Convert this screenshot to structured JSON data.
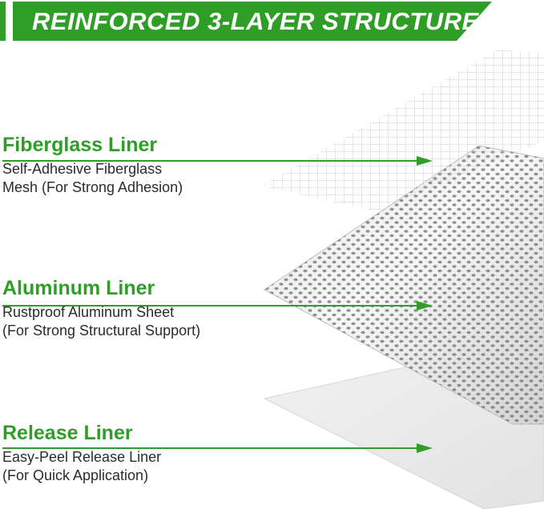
{
  "banner": {
    "title": "REINFORCED 3-LAYER STRUCTURE",
    "color": "#2e9e27"
  },
  "layers": [
    {
      "title": "Fiberglass Liner",
      "desc_line1": "Self-Adhesive Fiberglass",
      "desc_line2": "Mesh (For Strong Adhesion)"
    },
    {
      "title": "Aluminum Liner",
      "desc_line1": "Rustproof Aluminum Sheet",
      "desc_line2": "(For Strong Structural Support)"
    },
    {
      "title": "Release Liner",
      "desc_line1": "Easy-Peel Release Liner",
      "desc_line2": "(For Quick Application)"
    }
  ],
  "colors": {
    "accent_green": "#2e9e27",
    "text": "#2b2b2b"
  }
}
